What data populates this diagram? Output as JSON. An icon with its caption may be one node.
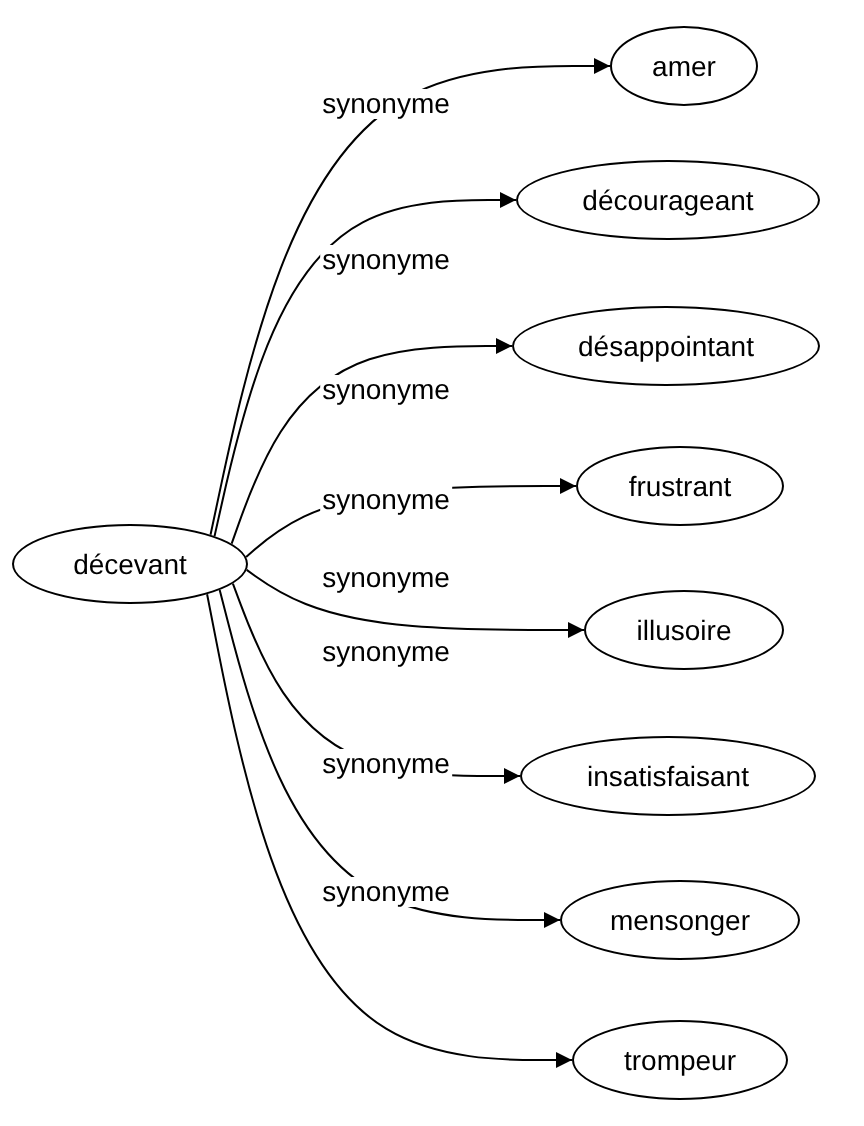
{
  "diagram": {
    "nodes": [
      {
        "text": [
          "décevant"
        ]
      },
      {
        "text": [
          "amer"
        ]
      },
      {
        "text": [
          "décourageant"
        ]
      },
      {
        "text": [
          "désappointant"
        ]
      },
      {
        "text": [
          "frustrant"
        ]
      },
      {
        "text": [
          "illusoire"
        ]
      },
      {
        "text": [
          "insatisfaisant"
        ]
      },
      {
        "text": [
          "mensonger"
        ]
      },
      {
        "text": [
          "trompeur"
        ]
      }
    ],
    "edges": [
      {
        "from": 0,
        "to": 1,
        "arrow": "to",
        "label": "synonyme"
      },
      {
        "from": 0,
        "to": 2,
        "arrow": "to",
        "label": "synonyme"
      },
      {
        "from": 0,
        "to": 3,
        "arrow": "to",
        "label": "synonyme"
      },
      {
        "from": 0,
        "to": 4,
        "arrow": "to",
        "label": "synonyme"
      },
      {
        "from": 0,
        "to": 5,
        "arrow": "to",
        "label": "synonyme"
      },
      {
        "from": 0,
        "to": 6,
        "arrow": "to",
        "label": "synonyme"
      },
      {
        "from": 0,
        "to": 7,
        "arrow": "to",
        "label": "synonyme"
      },
      {
        "from": 0,
        "to": 8,
        "arrow": "to",
        "label": "synonyme"
      }
    ]
  }
}
